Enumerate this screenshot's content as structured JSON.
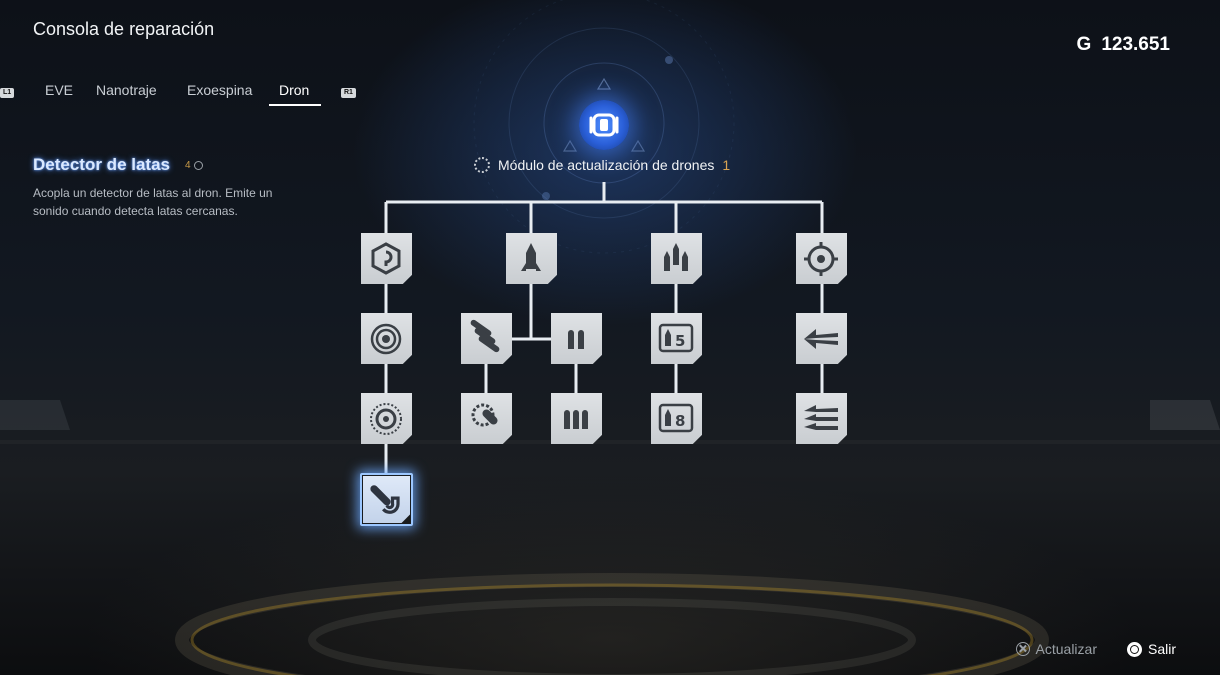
{
  "header": {
    "title": "Consola de reparación",
    "currency_symbol": "G",
    "currency_value": "123.651"
  },
  "tabs": {
    "left_hint": "L1",
    "right_hint": "R1",
    "items": [
      {
        "label": "EVE",
        "active": false
      },
      {
        "label": "Nanotraje",
        "active": false
      },
      {
        "label": "Exoespina",
        "active": false
      },
      {
        "label": "Dron",
        "active": true
      }
    ]
  },
  "detail": {
    "title": "Detector de latas",
    "cost": "4",
    "description": "Acopla un detector de latas al dron. Emite un sonido cuando detecta latas cercanas."
  },
  "tree": {
    "root_label": "Módulo de actualización de drones",
    "root_count": "1",
    "root_icon": "drone-core-icon",
    "branches": [
      [
        "shield-hex-icon",
        "spiral-target-icon",
        "radar-ring-icon",
        "magnet-detector-icon"
      ],
      [
        "single-missile-icon",
        "missile-salvo-icon",
        "double-ammo-icon",
        "drill-missile-icon",
        "triple-ammo-icon"
      ],
      [
        "triple-missile-icon",
        "missile-count-5-icon",
        "missile-count-8-icon"
      ],
      [
        "crosshair-icon",
        "spread-arrows-icon",
        "multi-spread-icon"
      ]
    ],
    "selected": "magnet-detector-icon"
  },
  "prompts": {
    "upgrade": "Actualizar",
    "exit": "Salir"
  },
  "colors": {
    "accent_blue": "#4f8fff",
    "cost_gold": "#c89a48",
    "node_bg": "#d6d9dc",
    "link_line": "#e8edf2"
  }
}
